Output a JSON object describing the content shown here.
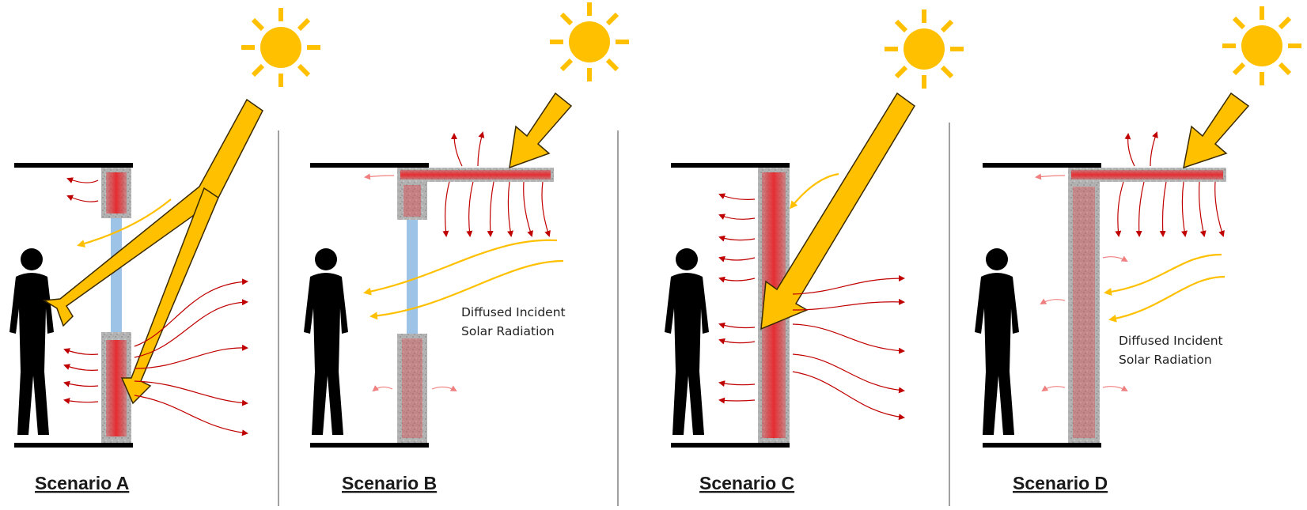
{
  "scenarios": [
    {
      "label": "Scenario A"
    },
    {
      "label": "Scenario B",
      "annotation": [
        "Diffused Incident",
        "Solar Radiation"
      ]
    },
    {
      "label": "Scenario C"
    },
    {
      "label": "Scenario D",
      "annotation": [
        "Diffused Incident",
        "Solar Radiation"
      ]
    }
  ],
  "colors": {
    "sun": "#FFC000",
    "sun_arrow": "#FFC000",
    "sun_arrow_outline": "#3a2a00",
    "heat_arrow": "#C00000",
    "heat_arrow_faint": "#F08080",
    "concrete": "#A6A6A6",
    "heat_glow": "#E8262B",
    "glass": "#9DC3E6",
    "slab": "#000000",
    "divider": "#808080",
    "person": "#000000"
  },
  "icons": [
    "sun-icon",
    "person-silhouette"
  ]
}
